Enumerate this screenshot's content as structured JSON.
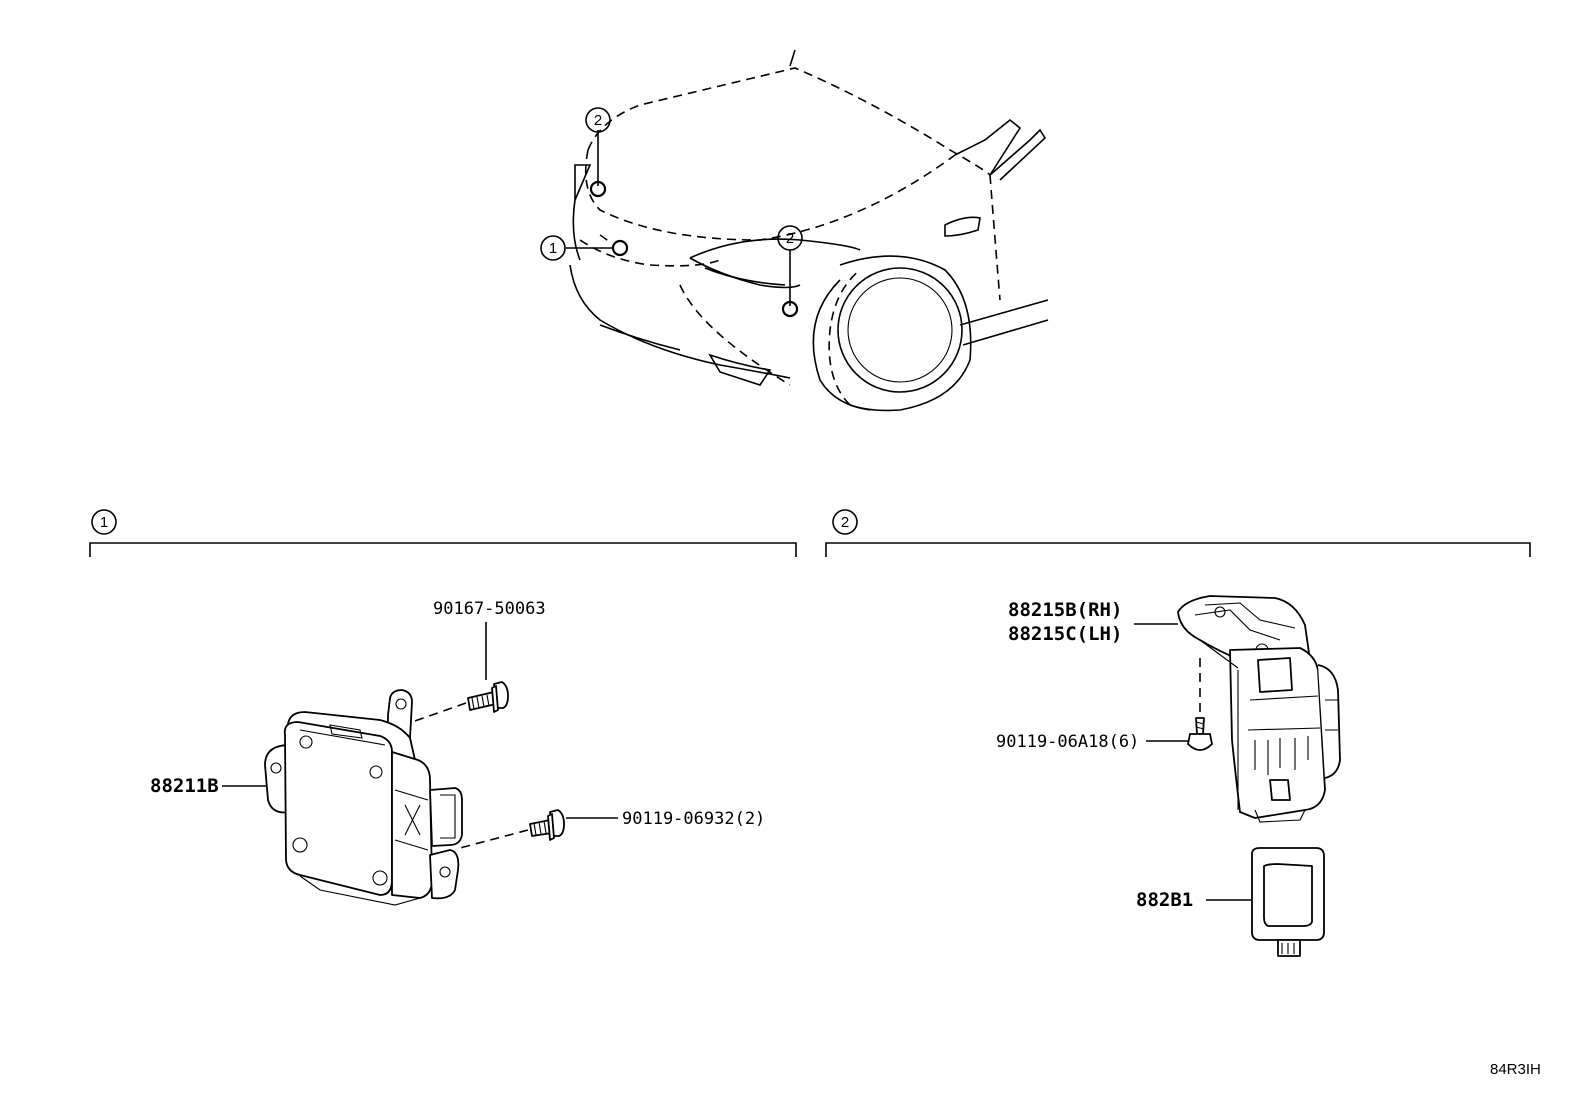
{
  "callouts": {
    "top_1": "1",
    "top_2a": "2",
    "top_2b": "2",
    "section_1": "1",
    "section_2": "2"
  },
  "parts": {
    "computer": "88211B",
    "bolt_upper": "90167-50063",
    "bolt_lower": "90119-06932(2)",
    "bracket_rh": "88215B(RH)",
    "bracket_lh": "88215C(LH)",
    "screw": "90119-06A18(6)",
    "sensor": "882B1"
  },
  "diagram_code": "84R3IH"
}
